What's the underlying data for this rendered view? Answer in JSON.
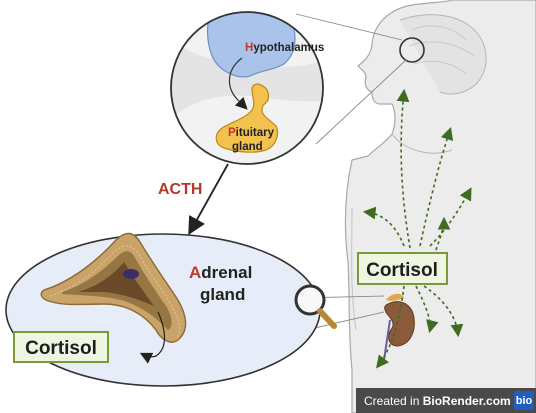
{
  "labels": {
    "hypothalamus_initial": "H",
    "hypothalamus_rest": "ypothalamus",
    "pituitary_initial": "P",
    "pituitary_rest": "ituitary",
    "pituitary_line2": "gland",
    "acth": "ACTH",
    "adrenal_initial": "A",
    "adrenal_rest": "drenal",
    "adrenal_line2": "gland",
    "cortisol_body": "Cortisol",
    "cortisol_gland": "Cortisol"
  },
  "watermark": {
    "prefix": "Created in ",
    "brand": "BioRender.com",
    "logo_text": "bio"
  },
  "colors": {
    "initial_red": "#c0392b",
    "acth_red": "#b5382a",
    "hypothalamus_blue": "#a9c3ea",
    "pituitary_yellow": "#f2c14e",
    "adrenal_brown": "#c9a36a",
    "ellipse_fill": "#e7edf8",
    "cortisol_box_fill": "#eef5e0",
    "cortisol_box_border": "#7a9a3a",
    "arrow_green": "#3f6b22",
    "body_fill": "#ececec"
  }
}
